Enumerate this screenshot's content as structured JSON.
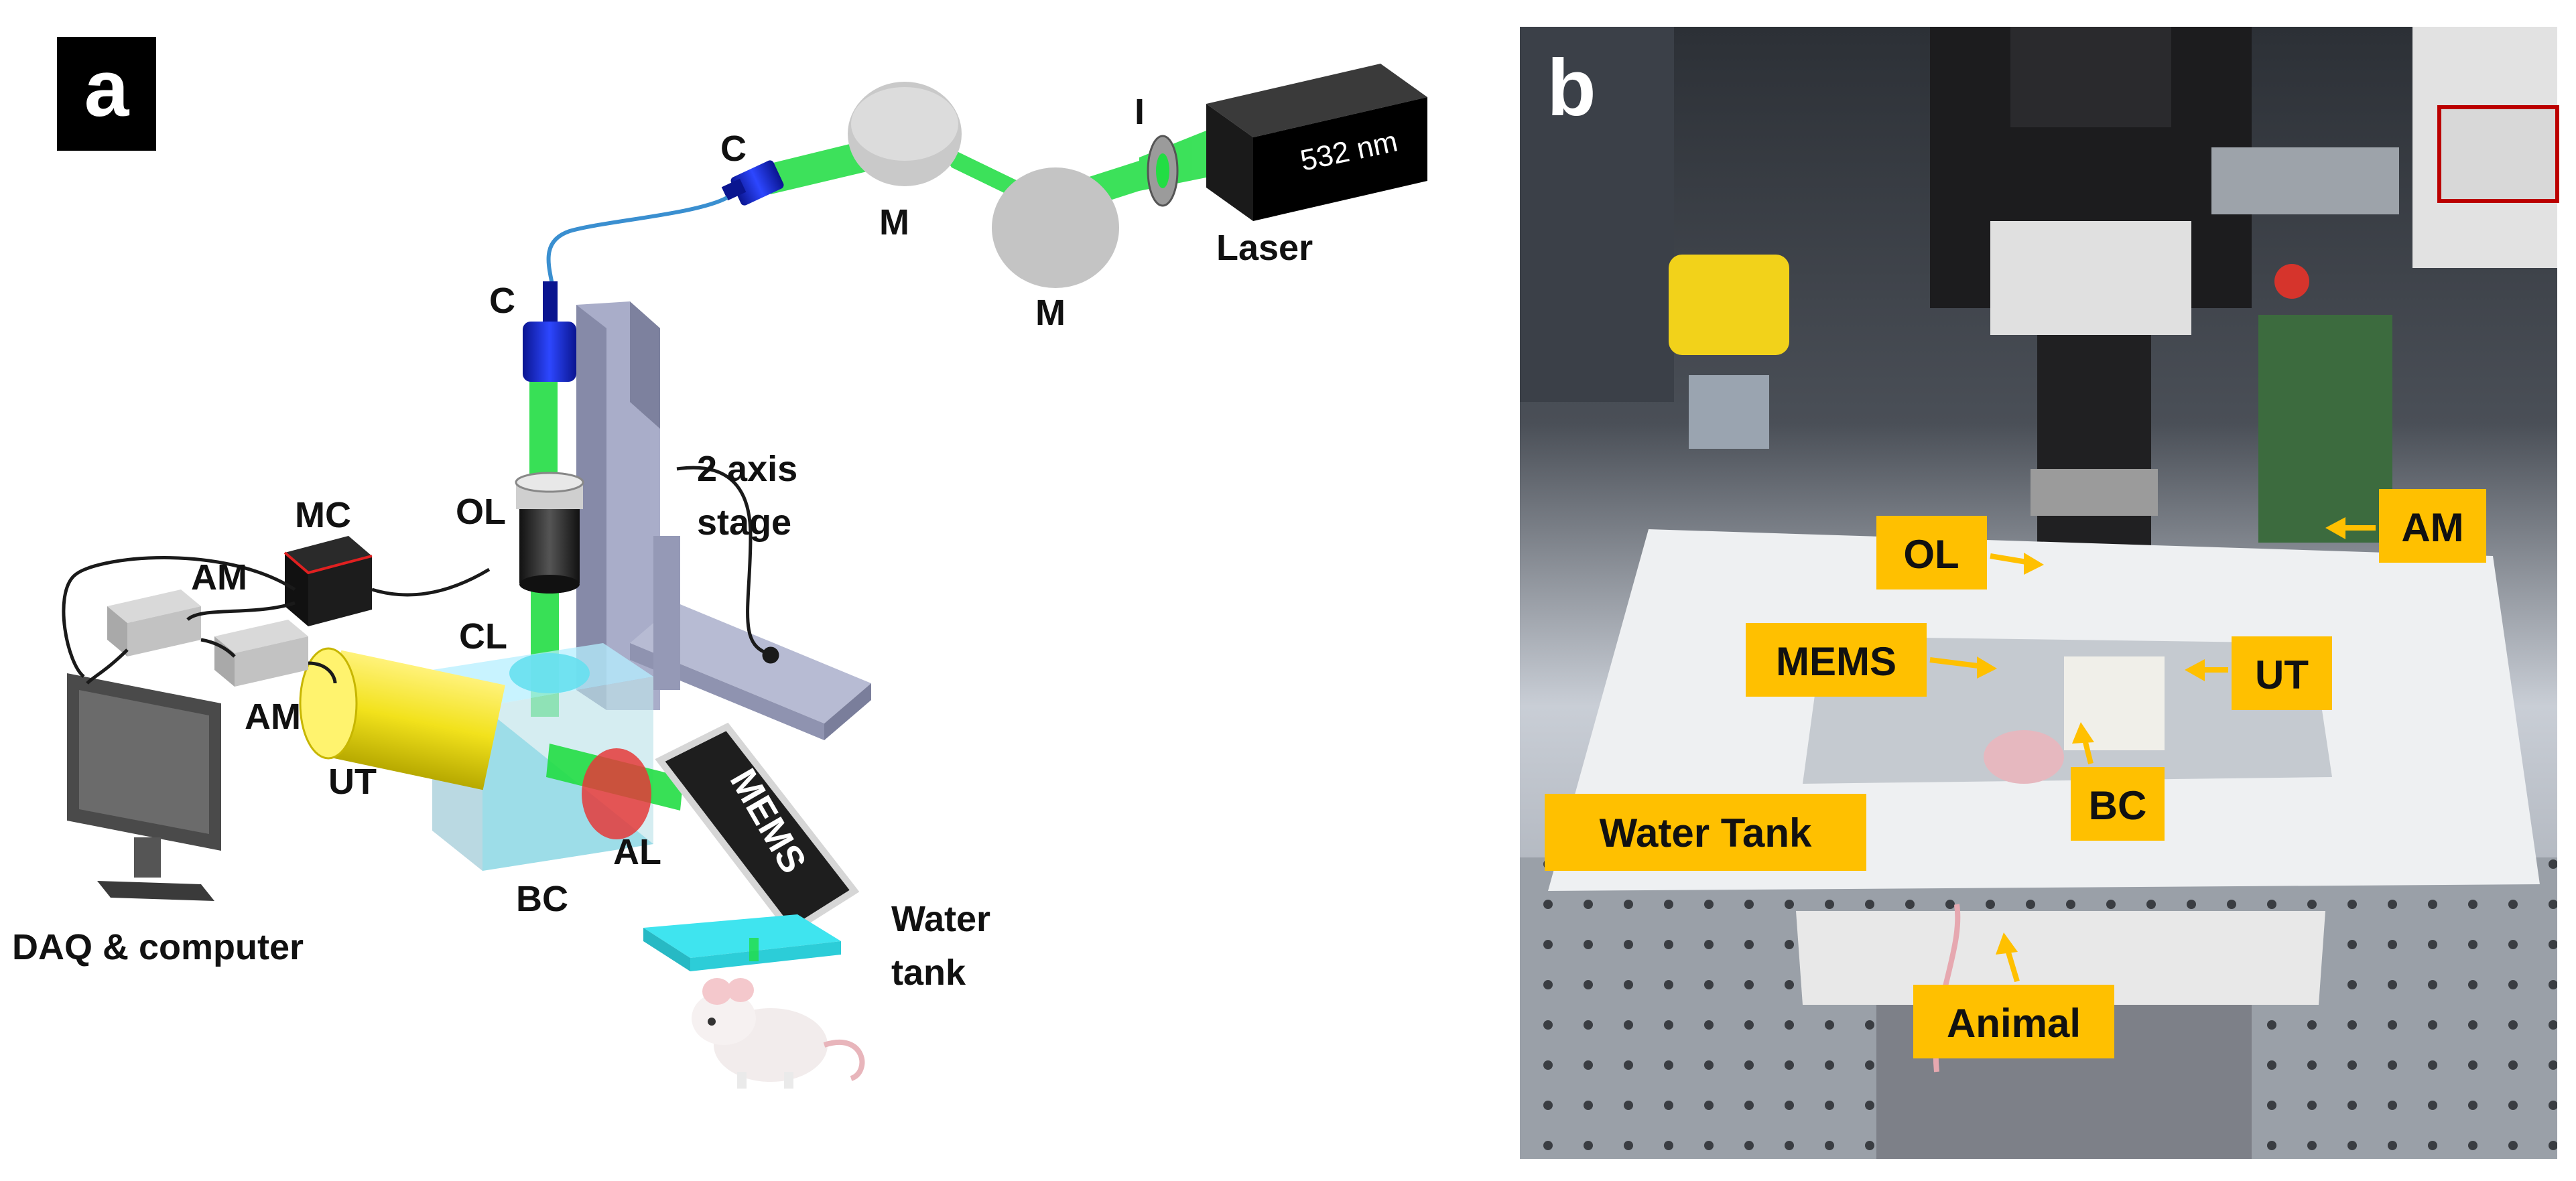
{
  "panel_a": {
    "letter": "a",
    "laser_text": "532 nm",
    "labels": {
      "laser": "Laser",
      "iris": "I",
      "mirror_1": "M",
      "mirror_2": "M",
      "coupler_top": "C",
      "coupler_mid": "C",
      "objective": "OL",
      "stage_line1": "2 axis",
      "stage_line2": "stage",
      "motor_controller": "MC",
      "amplifier_1": "AM",
      "amplifier_2": "AM",
      "collimating_lens": "CL",
      "transducer": "UT",
      "acoustic_lens": "AL",
      "beam_combiner": "BC",
      "mems_text": "MEMS",
      "water_tank_line1": "Water",
      "water_tank_line2": "tank",
      "daq": "DAQ & computer"
    }
  },
  "panel_b": {
    "letter": "b",
    "tags": {
      "ol": "OL",
      "am": "AM",
      "mems": "MEMS",
      "ut": "UT",
      "bc": "BC",
      "water_tank": "Water Tank",
      "animal": "Animal"
    }
  },
  "colors": {
    "beam": "#22dd44",
    "tag_bg": "#ffc000",
    "arrow": "#ffc000",
    "coupler": "#1a2bd6",
    "fiber": "#3a8fd0",
    "stage": "#a9adc9",
    "transducer": "#f2ea1c",
    "cube": "#9fe8f0",
    "acoustic_lens": "#e53a3a"
  }
}
